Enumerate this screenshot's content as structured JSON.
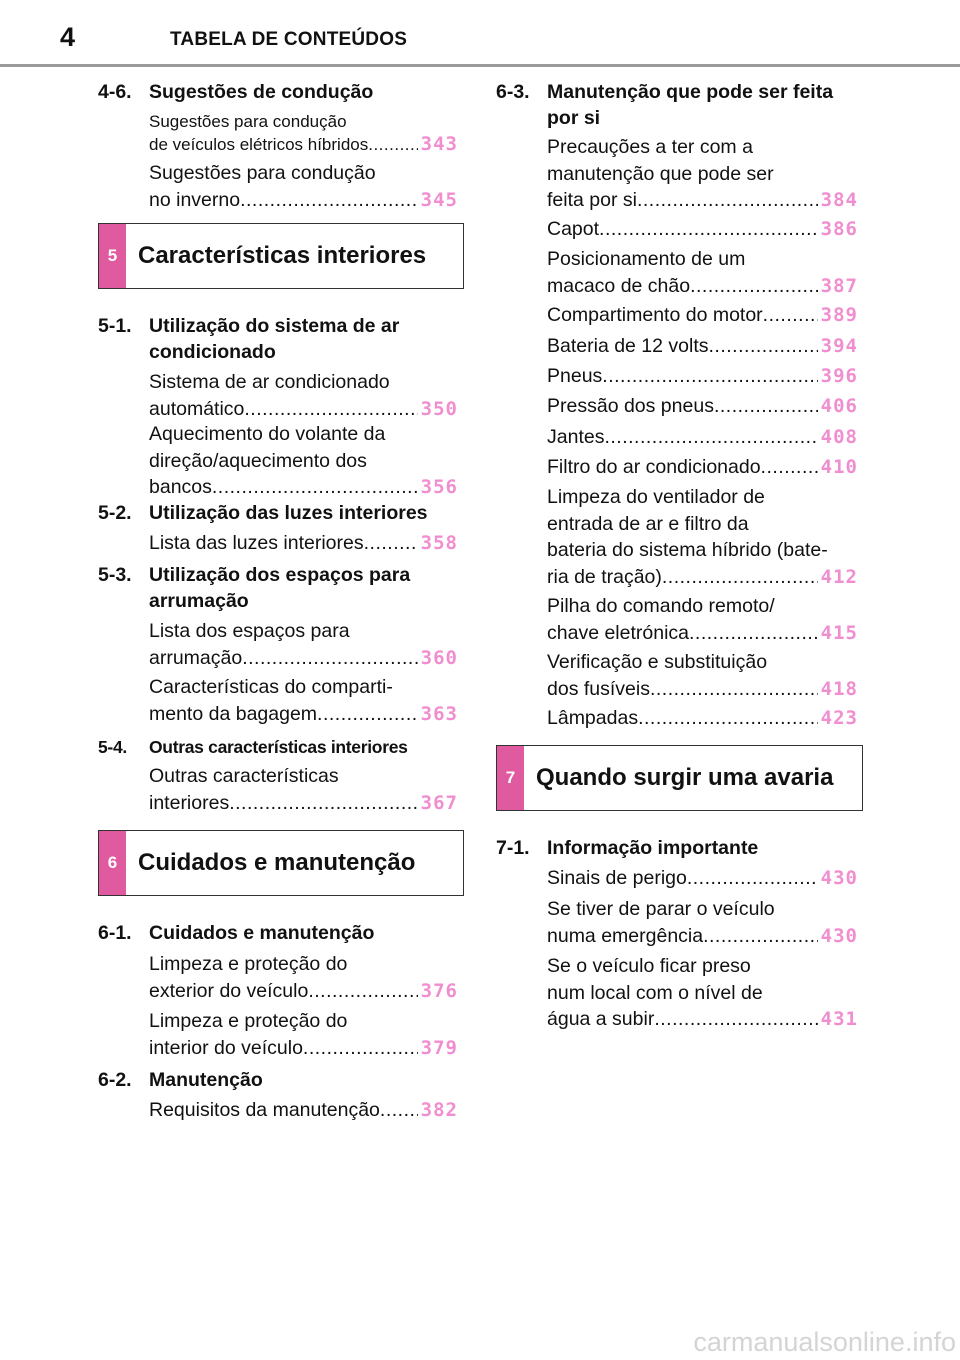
{
  "header": {
    "page_number": "4",
    "title": "TABELA DE CONTEÚDOS"
  },
  "left": {
    "s46": {
      "num": "4-6.",
      "title": "Sugestões de condução"
    },
    "s46_e1": {
      "l1": "Sugestões para condução",
      "l2": "de veículos elétricos híbridos",
      "page": "343"
    },
    "s46_e2": {
      "l1": "Sugestões para condução",
      "l2": "no inverno",
      "page": "345"
    },
    "ch5": {
      "num": "5",
      "title": "Características interiores"
    },
    "s51": {
      "num": "5-1.",
      "title1": "Utilização do sistema de ar",
      "title2": "condicionado"
    },
    "s51_e1": {
      "l1": "Sistema de ar condicionado",
      "l2": "automático",
      "page": "350"
    },
    "s51_e2": {
      "l1": "Aquecimento do volante da",
      "l2": "direção/aquecimento dos",
      "l3": "bancos",
      "page": "356"
    },
    "s52": {
      "num": "5-2.",
      "title": "Utilização das luzes interiores"
    },
    "s52_e1": {
      "l1": "Lista das luzes interiores",
      "page": "358"
    },
    "s53": {
      "num": "5-3.",
      "title1": "Utilização dos espaços para",
      "title2": "arrumação"
    },
    "s53_e1": {
      "l1": "Lista dos espaços para",
      "l2": "arrumação",
      "page": "360"
    },
    "s53_e2": {
      "l1": "Características do comparti-",
      "l2": "mento da bagagem",
      "page": "363"
    },
    "s54": {
      "num": "5-4.",
      "title": "Outras características interiores"
    },
    "s54_e1": {
      "l1": "Outras características",
      "l2": "interiores",
      "page": "367"
    },
    "ch6": {
      "num": "6",
      "title": "Cuidados e manutenção"
    },
    "s61": {
      "num": "6-1.",
      "title": "Cuidados e manutenção"
    },
    "s61_e1": {
      "l1": "Limpeza e proteção do",
      "l2": "exterior do veículo",
      "page": "376"
    },
    "s61_e2": {
      "l1": "Limpeza e proteção do",
      "l2": "interior do veículo",
      "page": "379"
    },
    "s62": {
      "num": "6-2.",
      "title": "Manutenção"
    },
    "s62_e1": {
      "l1": "Requisitos da manutenção",
      "page": "382"
    }
  },
  "right": {
    "s63": {
      "num": "6-3.",
      "title1": "Manutenção que pode ser feita",
      "title2": "por si"
    },
    "e1": {
      "l1": "Precauções a ter com a",
      "l2": "manutenção que pode ser",
      "l3": "feita por si",
      "page": "384"
    },
    "e2": {
      "l1": "Capot",
      "page": "386"
    },
    "e3": {
      "l1": "Posicionamento de um",
      "l2": "macaco de chão",
      "page": "387"
    },
    "e4": {
      "l1": "Compartimento do motor",
      "page": "389"
    },
    "e5": {
      "l1": "Bateria de 12 volts",
      "page": "394"
    },
    "e6": {
      "l1": "Pneus",
      "page": "396"
    },
    "e7": {
      "l1": "Pressão dos pneus",
      "page": "406"
    },
    "e8": {
      "l1": "Jantes",
      "page": "408"
    },
    "e9": {
      "l1": "Filtro do ar condicionado",
      "page": "410"
    },
    "e10": {
      "l1": "Limpeza do ventilador de",
      "l2": "entrada de ar e filtro da",
      "l3": "bateria do sistema híbrido (bate-",
      "l4": "ria de tração)",
      "page": "412"
    },
    "e11": {
      "l1": "Pilha do comando remoto/",
      "l2": "chave eletrónica",
      "page": "415"
    },
    "e12": {
      "l1": "Verificação e substituição",
      "l2": "dos fusíveis",
      "page": "418"
    },
    "e13": {
      "l1": "Lâmpadas",
      "page": "423"
    },
    "ch7": {
      "num": "7",
      "title": "Quando surgir uma avaria"
    },
    "s71": {
      "num": "7-1.",
      "title": "Informação importante"
    },
    "s71_e1": {
      "l1": "Sinais de perigo",
      "page": "430"
    },
    "s71_e2": {
      "l1": "Se tiver de parar o veículo",
      "l2": "numa emergência",
      "page": "430"
    },
    "s71_e3": {
      "l1": "Se o veículo ficar preso",
      "l2": "num local com o nível de",
      "l3": "água a subir",
      "page": "431"
    }
  },
  "footer": {
    "watermark": "carmanualsonline.info"
  }
}
